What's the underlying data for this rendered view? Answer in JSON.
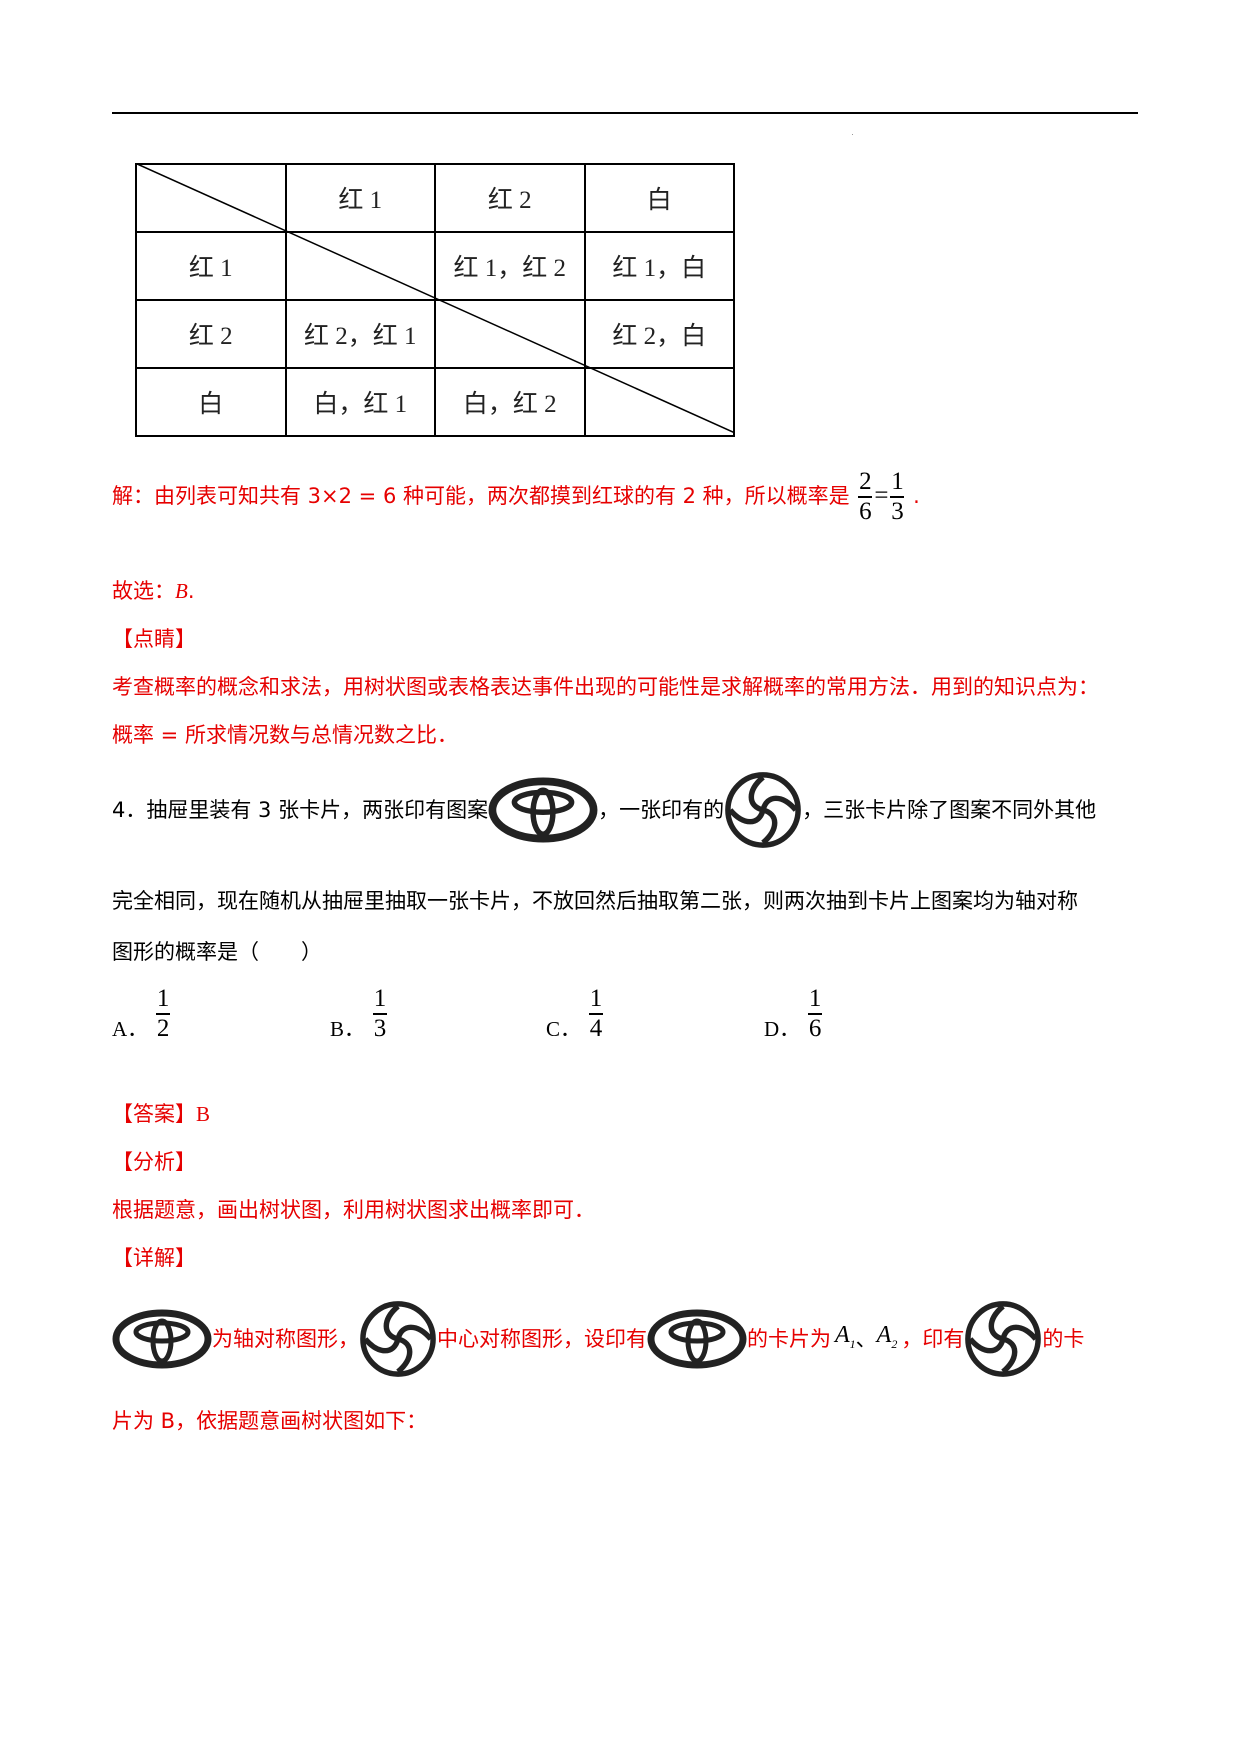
{
  "table": {
    "header": [
      "",
      "红 1",
      "红 2",
      "白"
    ],
    "rows": [
      [
        "红 1",
        "",
        "红 1，红 2",
        "红 1，白"
      ],
      [
        "红 2",
        "红 2，红 1",
        "",
        "红 2，白"
      ],
      [
        "白",
        "白，红 1",
        "白，红 2",
        ""
      ]
    ]
  },
  "solution": {
    "text": "解：由列表可知共有 3×2 = 6 种可能，两次都摸到红球的有 2 种，所以概率是",
    "frac1_num": "2",
    "frac1_den": "6",
    "eq": "=",
    "frac2_num": "1",
    "frac2_den": "3",
    "end": "."
  },
  "choose": {
    "prefix": "故选：",
    "answer": "B",
    "end": "."
  },
  "dianjing": {
    "heading": "【点睛】",
    "line1": "考查概率的概念和求法，用树状图或表格表达事件出现的可能性是求解概率的常用方法．用到的知识点为：",
    "line2": "概率 = 所求情况数与总情况数之比．"
  },
  "question": {
    "part1": "4．抽屉里装有 3 张卡片，两张印有图案",
    "part2": "，一张印有的",
    "part3": "，三张卡片除了图案不同外其他",
    "line2": "完全相同，现在随机从抽屉里抽取一张卡片，不放回然后抽取第二张，则两次抽到卡片上图案均为轴对称",
    "line3": "图形的概率是（　　）",
    "options": [
      {
        "label": "A．",
        "num": "1",
        "den": "2"
      },
      {
        "label": "B．",
        "num": "1",
        "den": "3"
      },
      {
        "label": "C．",
        "num": "1",
        "den": "4"
      },
      {
        "label": "D．",
        "num": "1",
        "den": "6"
      }
    ]
  },
  "answer": {
    "heading": "【答案】",
    "value": "B"
  },
  "analysis": {
    "heading": "【分析】",
    "text": "根据题意，画出树状图，利用树状图求出概率即可．"
  },
  "detail": {
    "heading": "【详解】",
    "t1": "为轴对称图形，",
    "t2": "中心对称图形，设印有",
    "t3": "的卡片为",
    "a1": "A",
    "a1sub": "1",
    "sep": "、",
    "a2": "A",
    "a2sub": "2",
    "t4": "，印有",
    "t5": "的卡",
    "line2": "片为 B，依据题意画树状图如下："
  },
  "icons": {
    "toyota": "toyota-logo-icon",
    "swirl": "rotational-swirl-logo-icon"
  },
  "colors": {
    "red": "#e60000",
    "black": "#000000"
  }
}
